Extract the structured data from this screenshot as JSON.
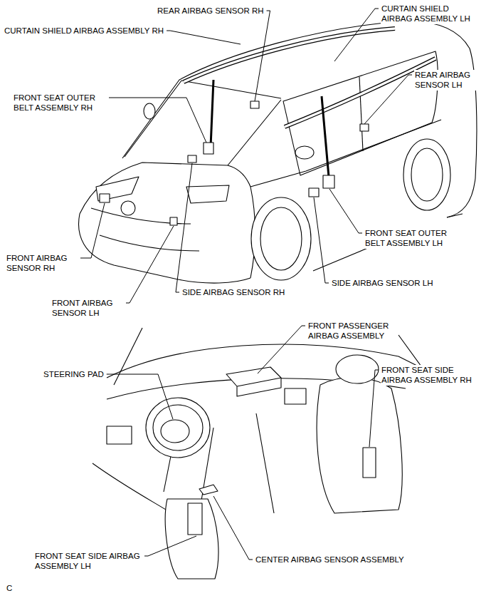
{
  "diagram": {
    "labels": [
      "REAR AIRBAG SENSOR RH",
      "CURTAIN SHIELD AIRBAG ASSEMBLY LH",
      "CURTAIN SHIELD AIRBAG ASSEMBLY RH",
      "REAR AIRBAG SENSOR LH",
      "FRONT SEAT OUTER BELT ASSEMBLY RH",
      "FRONT AIRBAG SENSOR RH",
      "FRONT AIRBAG SENSOR LH",
      "SIDE AIRBAG SENSOR RH",
      "FRONT SEAT OUTER BELT ASSEMBLY LH",
      "SIDE AIRBAG SENSOR LH",
      "FRONT PASSENGER AIRBAG ASSEMBLY",
      "STEERING PAD",
      "FRONT SEAT SIDE AIRBAG ASSEMBLY RH",
      "FRONT SEAT SIDE AIRBAG ASSEMBLY LH",
      "CENTER AIRBAG SENSOR ASSEMBLY",
      "C"
    ]
  }
}
